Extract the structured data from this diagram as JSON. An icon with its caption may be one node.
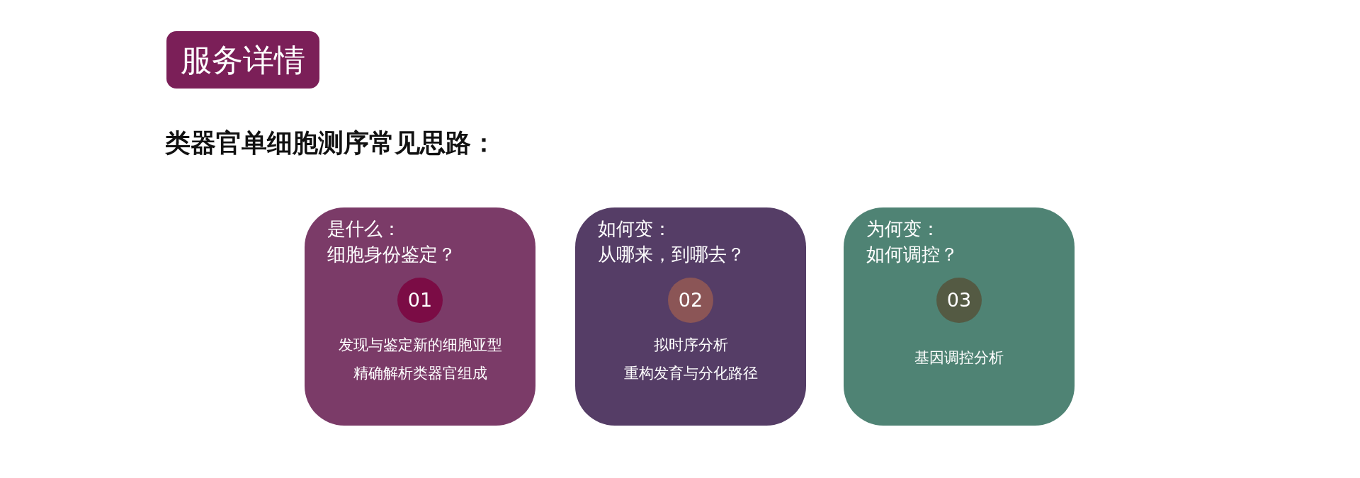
{
  "diagram": {
    "title": "服务详情",
    "labels": [
      "类器官单细胞测序常见思路："
    ],
    "nodes": [
      {
        "text": [
          "是什么：",
          "细胞身份鉴定？",
          "发现与鉴定新的细胞亚型",
          "精确解析类器官组成"
        ]
      },
      {
        "text": [
          "01"
        ],
        "in": 0
      },
      {
        "text": [
          "如何变：",
          "从哪来，到哪去？",
          "拟时序分析",
          "重构发育与分化路径"
        ]
      },
      {
        "text": [
          "02"
        ],
        "in": 2
      },
      {
        "text": [
          "为何变：",
          "如何调控？",
          "基因调控分析"
        ]
      },
      {
        "text": [
          "03"
        ],
        "in": 4
      }
    ]
  }
}
